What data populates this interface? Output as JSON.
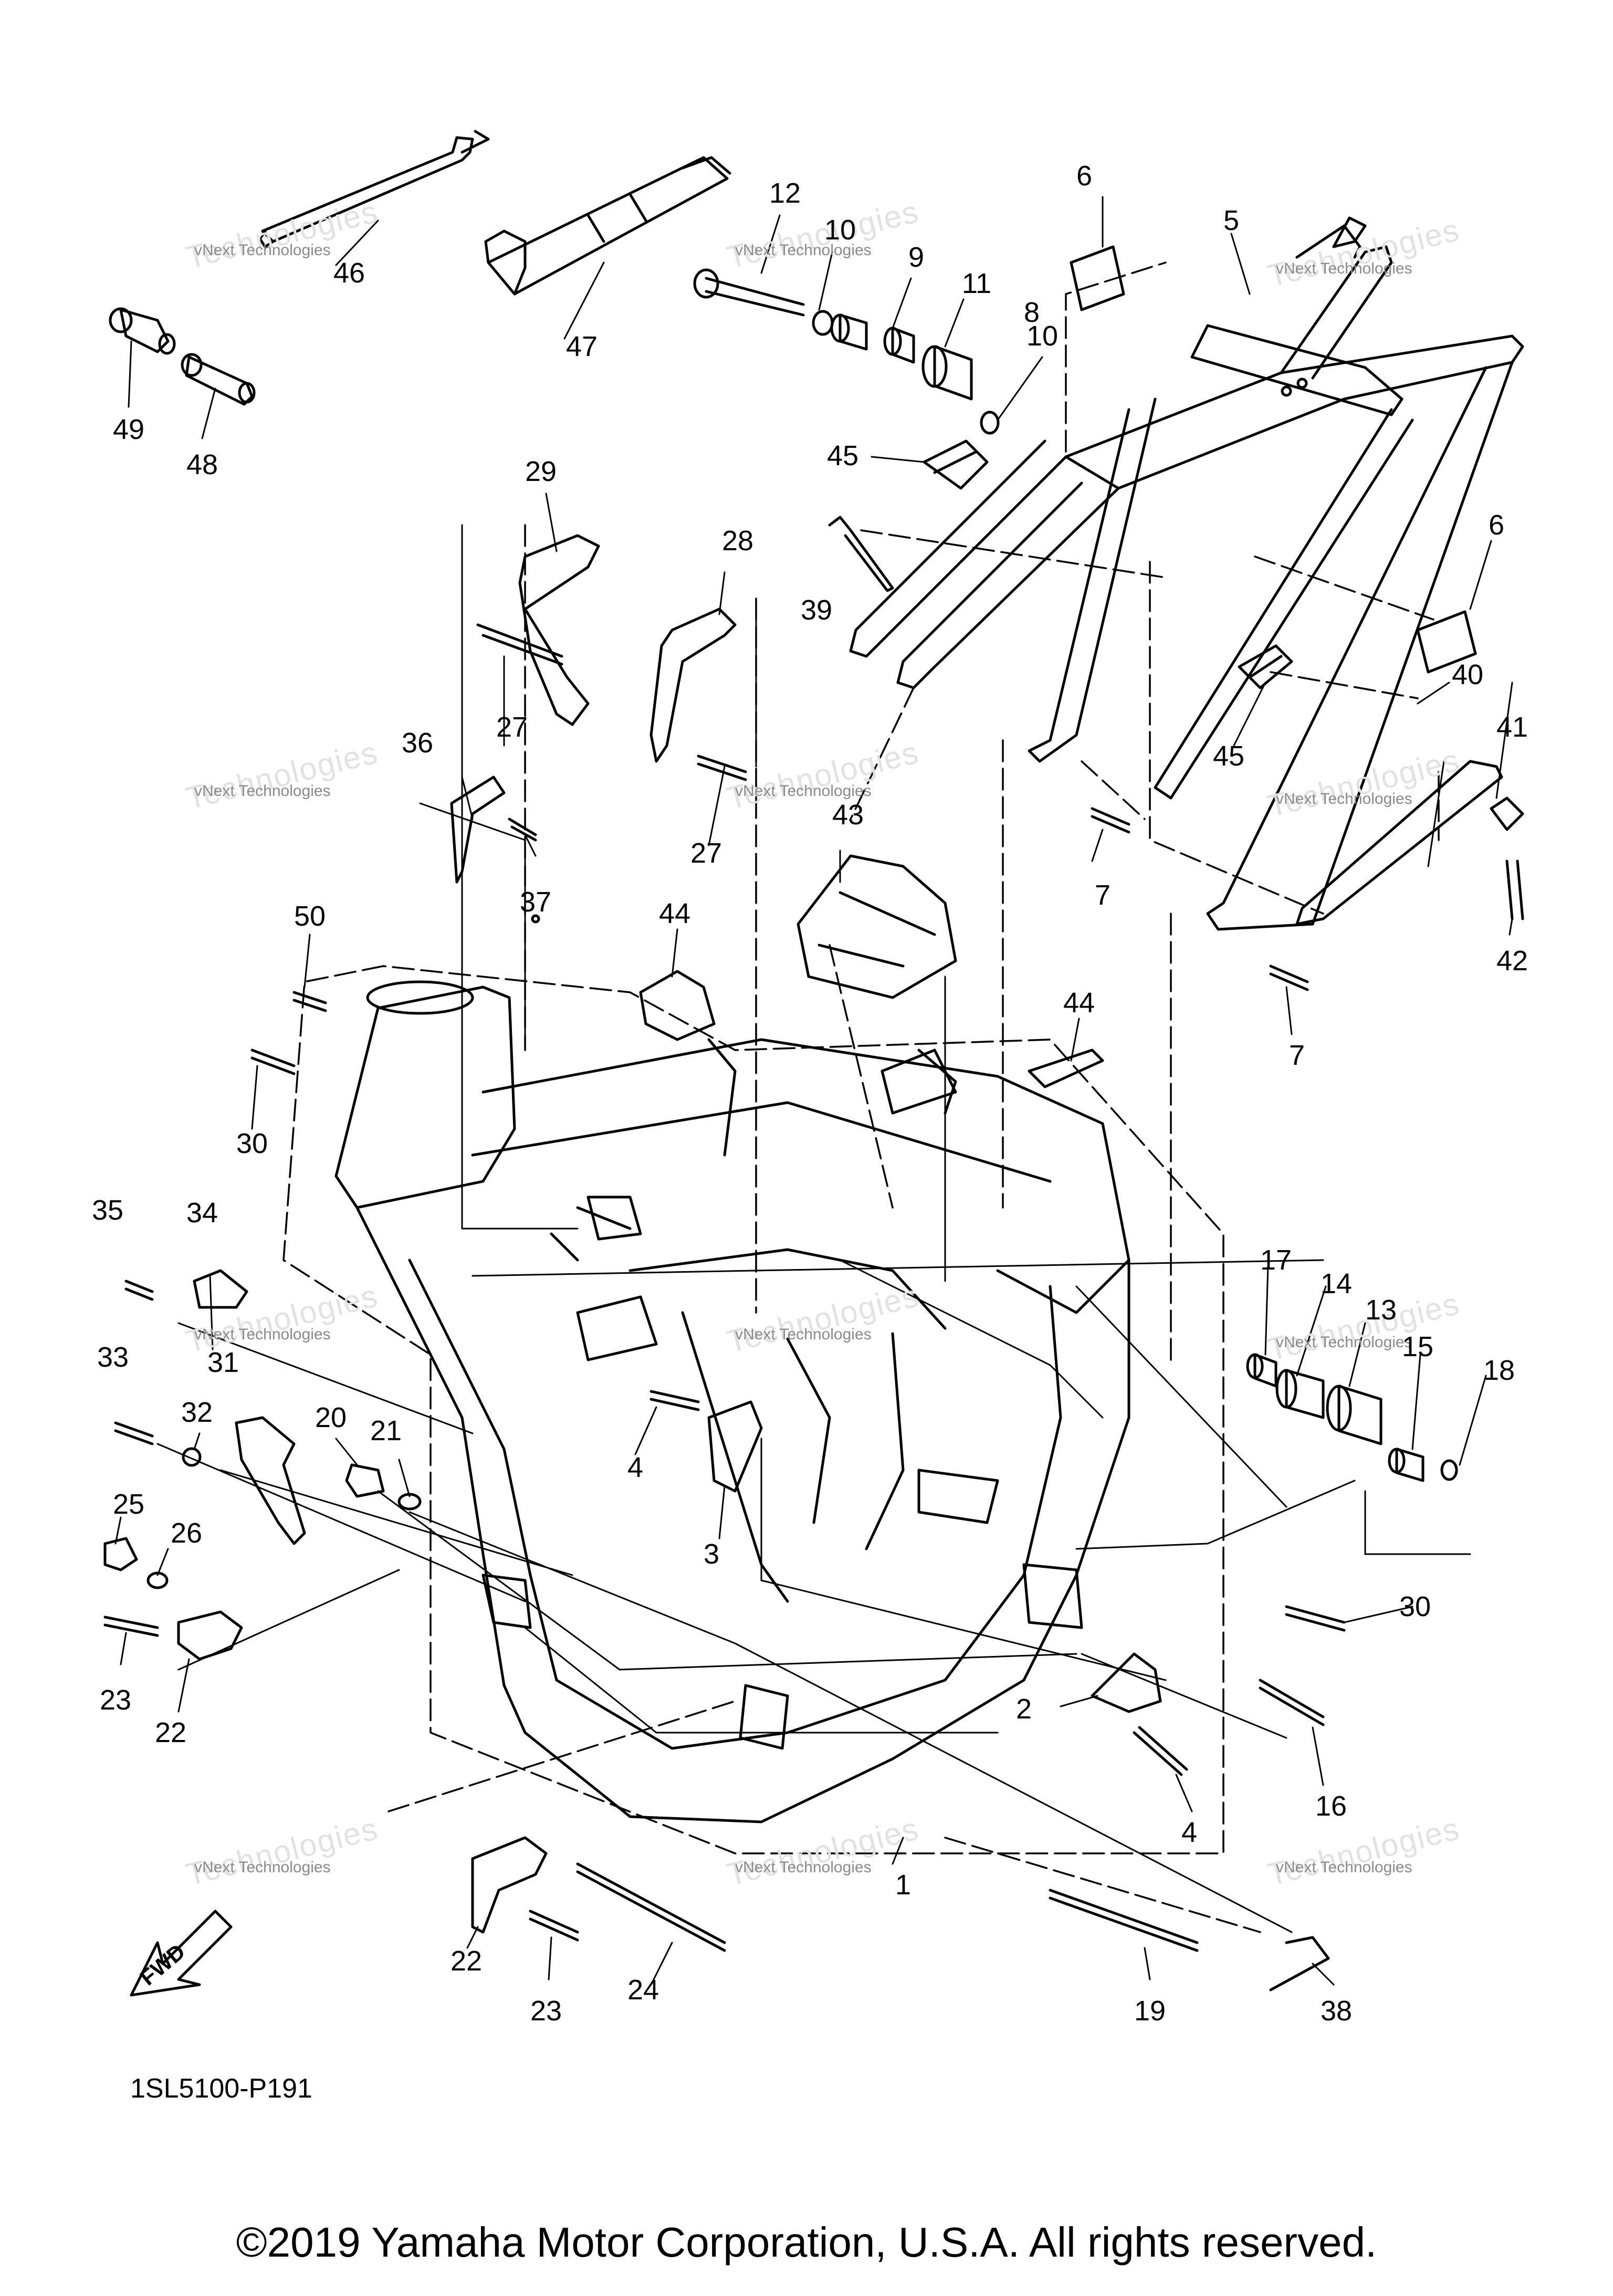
{
  "diagram": {
    "code": "1SL5100-P191",
    "copyright": "©2019 Yamaha Motor Corporation, U.S.A. All rights reserved.",
    "fwd_label": "FWD",
    "watermark_text": "vNext Technologies",
    "watermark_big": "Technologies",
    "callouts": [
      {
        "id": "46",
        "label": "46"
      },
      {
        "id": "47",
        "label": "47"
      },
      {
        "id": "49",
        "label": "49"
      },
      {
        "id": "48",
        "label": "48"
      },
      {
        "id": "12",
        "label": "12"
      },
      {
        "id": "10a",
        "label": "10"
      },
      {
        "id": "9",
        "label": "9"
      },
      {
        "id": "11",
        "label": "11"
      },
      {
        "id": "8",
        "label": "8"
      },
      {
        "id": "10b",
        "label": "10"
      },
      {
        "id": "6a",
        "label": "6"
      },
      {
        "id": "5",
        "label": "5"
      },
      {
        "id": "45a",
        "label": "45"
      },
      {
        "id": "39",
        "label": "39"
      },
      {
        "id": "29",
        "label": "29"
      },
      {
        "id": "28",
        "label": "28"
      },
      {
        "id": "6b",
        "label": "6"
      },
      {
        "id": "27a",
        "label": "27"
      },
      {
        "id": "36",
        "label": "36"
      },
      {
        "id": "27b",
        "label": "27"
      },
      {
        "id": "43",
        "label": "43"
      },
      {
        "id": "45b",
        "label": "45"
      },
      {
        "id": "40",
        "label": "40"
      },
      {
        "id": "41",
        "label": "41"
      },
      {
        "id": "42",
        "label": "42"
      },
      {
        "id": "7a",
        "label": "7"
      },
      {
        "id": "7b",
        "label": "7"
      },
      {
        "id": "37",
        "label": "37"
      },
      {
        "id": "50",
        "label": "50"
      },
      {
        "id": "44a",
        "label": "44"
      },
      {
        "id": "44b",
        "label": "44"
      },
      {
        "id": "30a",
        "label": "30"
      },
      {
        "id": "35",
        "label": "35"
      },
      {
        "id": "34",
        "label": "34"
      },
      {
        "id": "17",
        "label": "17"
      },
      {
        "id": "14",
        "label": "14"
      },
      {
        "id": "13",
        "label": "13"
      },
      {
        "id": "15",
        "label": "15"
      },
      {
        "id": "18",
        "label": "18"
      },
      {
        "id": "33",
        "label": "33"
      },
      {
        "id": "31",
        "label": "31"
      },
      {
        "id": "32",
        "label": "32"
      },
      {
        "id": "20",
        "label": "20"
      },
      {
        "id": "21",
        "label": "21"
      },
      {
        "id": "4a",
        "label": "4"
      },
      {
        "id": "3",
        "label": "3"
      },
      {
        "id": "25",
        "label": "25"
      },
      {
        "id": "26",
        "label": "26"
      },
      {
        "id": "30b",
        "label": "30"
      },
      {
        "id": "23a",
        "label": "23"
      },
      {
        "id": "22a",
        "label": "22"
      },
      {
        "id": "2",
        "label": "2"
      },
      {
        "id": "16",
        "label": "16"
      },
      {
        "id": "4b",
        "label": "4"
      },
      {
        "id": "1",
        "label": "1"
      },
      {
        "id": "22b",
        "label": "22"
      },
      {
        "id": "24",
        "label": "24"
      },
      {
        "id": "23b",
        "label": "23"
      },
      {
        "id": "19",
        "label": "19"
      },
      {
        "id": "38",
        "label": "38"
      }
    ]
  }
}
